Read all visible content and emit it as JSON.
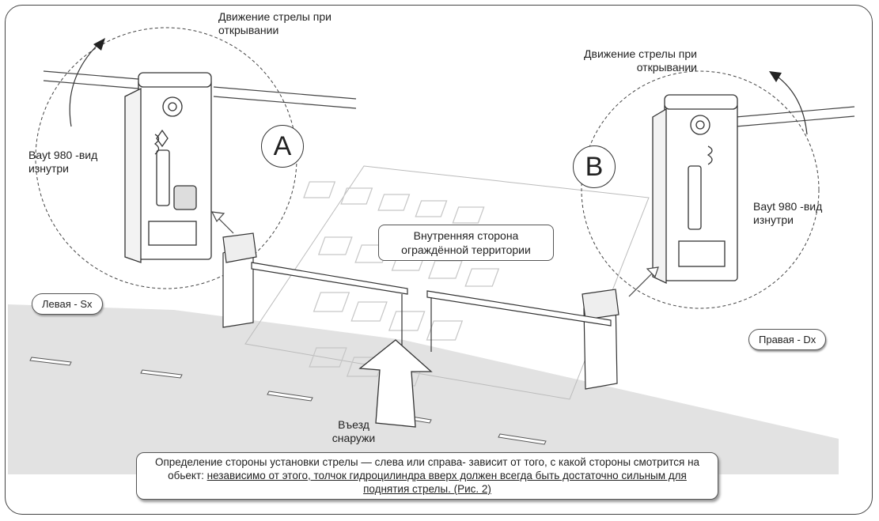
{
  "labels": {
    "movement_left": "Движение стрелы при открывании",
    "movement_right": "Движение стрелы при открывании",
    "inside_view_left": "Bayt 980 -вид изнутри",
    "inside_view_right": "Bayt 980 -вид изнутри",
    "marker_a": "A",
    "marker_b": "B",
    "inner_side": "Внутренняя сторона ограждённой территории",
    "left_side": "Левая - Sx",
    "right_side": "Правая - Dx",
    "entry": "Въезд снаружи"
  },
  "note": {
    "plain": "Определение стороны установки стрелы — слева или справа- зависит от того, с какой стороны смотрится на обьект: ",
    "underlined": "независимо от этого, толчок гидроцилиндра вверх должен всегда быть достаточно сильным для поднятия стрелы. (Рис. 2)"
  },
  "colors": {
    "road": "#e3e3e3",
    "line": "#444444",
    "bg": "#ffffff"
  }
}
